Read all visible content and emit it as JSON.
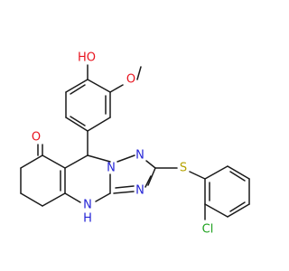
{
  "atoms": {
    "oh_label": {
      "text": "HO",
      "color": "#e8141f"
    },
    "methoxy_o": {
      "text": "O",
      "color": "#e8141f"
    },
    "ketone_o": {
      "text": "O",
      "color": "#e8141f"
    },
    "n_triazole_1": {
      "text": "N",
      "color": "#2424d6"
    },
    "n_triazole_2": {
      "text": "N",
      "color": "#2424d6"
    },
    "n_triazole_3": {
      "text": "N",
      "color": "#2424d6"
    },
    "nh_label": {
      "text": "N",
      "color": "#2424d6"
    },
    "h_label": {
      "text": "H",
      "color": "#2424d6"
    },
    "s_label": {
      "text": "S",
      "color": "#b5a200"
    },
    "cl_label": {
      "text": "Cl",
      "color": "#1fa21f"
    }
  }
}
